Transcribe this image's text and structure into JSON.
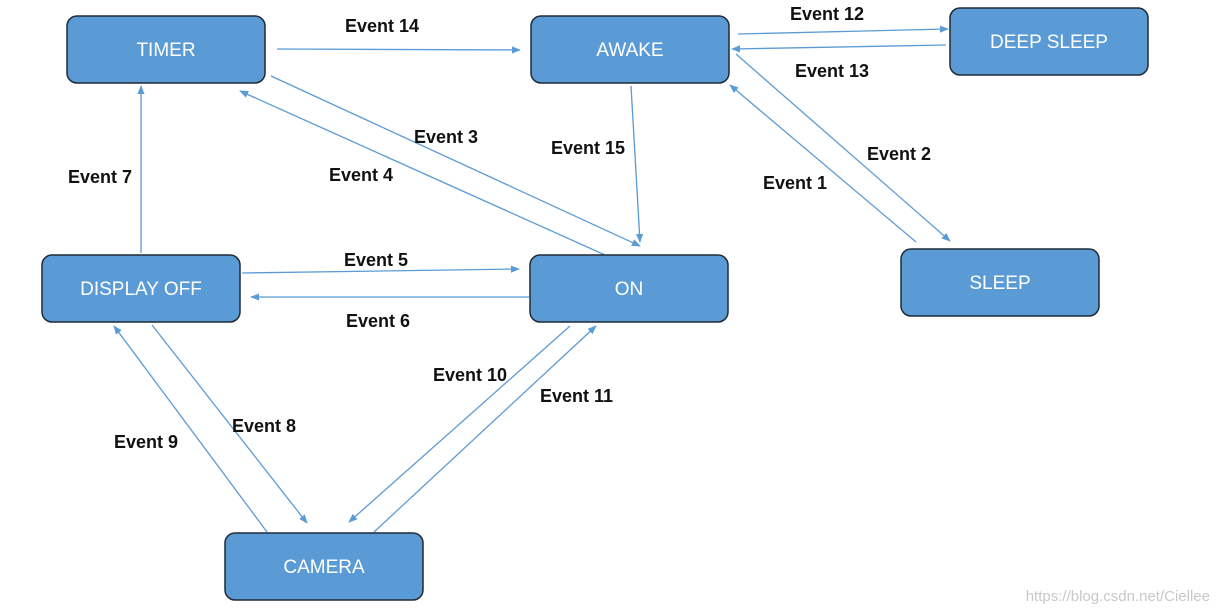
{
  "colors": {
    "state_fill": "#5b9bd5",
    "state_stroke": "#1f2a36",
    "state_text": "#ffffff",
    "edge": "#5b9bd5",
    "edge_label": "#111111",
    "watermark": "#c8c8c8"
  },
  "states": {
    "timer": "TIMER",
    "awake": "AWAKE",
    "deep_sleep": "DEEP SLEEP",
    "display_off": "DISPLAY OFF",
    "on": "ON",
    "sleep": "SLEEP",
    "camera": "CAMERA"
  },
  "events": [
    {
      "id": "e14",
      "label": "Event 14",
      "from": "timer",
      "to": "awake"
    },
    {
      "id": "e12",
      "label": "Event 12",
      "from": "awake",
      "to": "deep_sleep"
    },
    {
      "id": "e13",
      "label": "Event 13",
      "from": "deep_sleep",
      "to": "awake"
    },
    {
      "id": "e3",
      "label": "Event 3",
      "from": "timer",
      "to": "on"
    },
    {
      "id": "e4",
      "label": "Event 4",
      "from": "on",
      "to": "timer"
    },
    {
      "id": "e15",
      "label": "Event 15",
      "from": "awake",
      "to": "on"
    },
    {
      "id": "e2",
      "label": "Event 2",
      "from": "awake",
      "to": "sleep"
    },
    {
      "id": "e1",
      "label": "Event 1",
      "from": "sleep",
      "to": "awake"
    },
    {
      "id": "e7",
      "label": "Event 7",
      "from": "display_off",
      "to": "timer"
    },
    {
      "id": "e5",
      "label": "Event 5",
      "from": "display_off",
      "to": "on"
    },
    {
      "id": "e6",
      "label": "Event 6",
      "from": "on",
      "to": "display_off"
    },
    {
      "id": "e10",
      "label": "Event 10",
      "from": "on",
      "to": "camera"
    },
    {
      "id": "e11",
      "label": "Event 11",
      "from": "camera",
      "to": "on"
    },
    {
      "id": "e8",
      "label": "Event 8",
      "from": "display_off",
      "to": "camera"
    },
    {
      "id": "e9",
      "label": "Event 9",
      "from": "camera",
      "to": "display_off"
    }
  ],
  "watermark": "https://blog.csdn.net/Ciellee"
}
